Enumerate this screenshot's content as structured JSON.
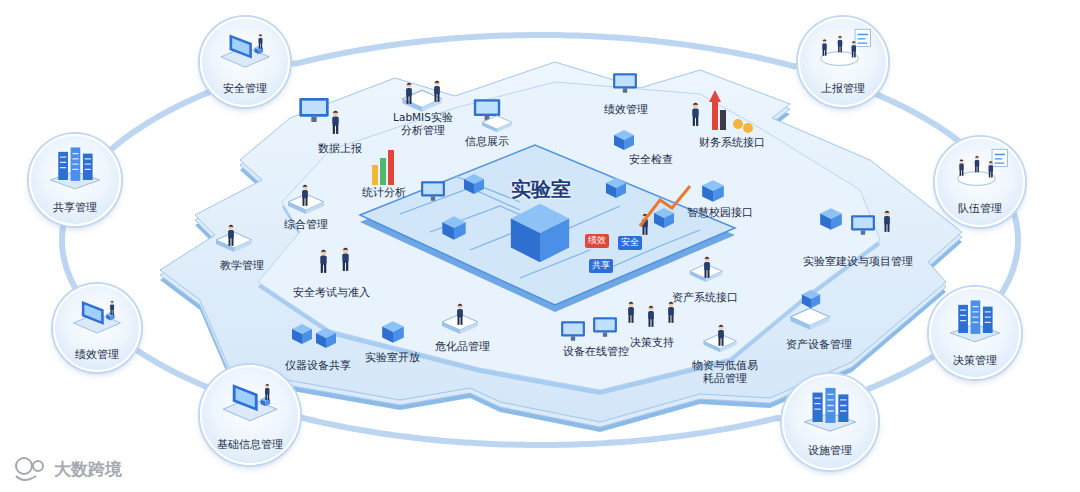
{
  "diagram": {
    "nodes": [
      {
        "text": [
          "安全管理"
        ]
      },
      {
        "text": [
          "上报管理"
        ]
      },
      {
        "text": [
          "共享管理"
        ]
      },
      {
        "text": [
          "队伍管理"
        ]
      },
      {
        "text": [
          "绩效管理"
        ]
      },
      {
        "text": [
          "决策管理"
        ]
      },
      {
        "text": [
          "基础信息管理"
        ]
      },
      {
        "text": [
          "设施管理"
        ]
      }
    ],
    "edges": [
      {
        "from": 0,
        "to": 1,
        "arrow": "none"
      },
      {
        "from": 1,
        "to": 3,
        "arrow": "none"
      },
      {
        "from": 3,
        "to": 5,
        "arrow": "none"
      },
      {
        "from": 5,
        "to": 7,
        "arrow": "none"
      },
      {
        "from": 7,
        "to": 6,
        "arrow": "none"
      },
      {
        "from": 6,
        "to": 4,
        "arrow": "none"
      },
      {
        "from": 4,
        "to": 2,
        "arrow": "none"
      },
      {
        "from": 2,
        "to": 0,
        "arrow": "none"
      }
    ],
    "labels": [
      "绩效管理",
      "LabMIS实验 分析管理",
      "信息展示",
      "财务系统接口",
      "数据上报",
      "安全检查",
      "实验室",
      "统计分析",
      "智慧校园接口",
      "综合管理",
      "绩效",
      "安全",
      "实验室建设与项目管理",
      "教学管理",
      "共享",
      "安全考试与准入",
      "资产系统接口",
      "决策支持",
      "资产设备管理",
      "危化品管理",
      "设备在线管控",
      "实验室开放",
      "仪器设备共享",
      "物资与低值易 耗品管理",
      "大数跨境"
    ]
  }
}
